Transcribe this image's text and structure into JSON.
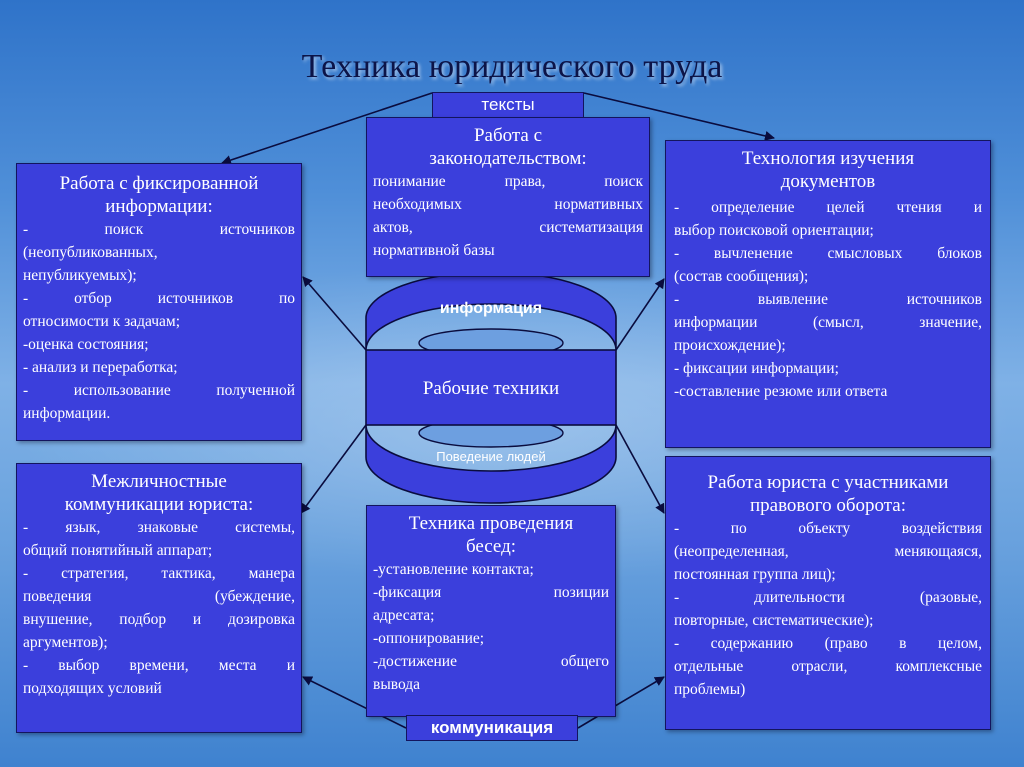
{
  "title": "Техника юридического труда",
  "tag_top": "тексты",
  "tag_bottom": "коммуникация",
  "center": {
    "top": "информация",
    "middle": "Рабочие техники",
    "bottom": "Поведение людей"
  },
  "boxes": {
    "fixed_info": {
      "heading": [
        "Работа с фиксированной",
        "информации:"
      ],
      "lines": [
        "- поиск источников",
        "(неопубликованных,",
        "непубликуемых);",
        "- отбор источников по",
        "относимости к задачам;",
        "-оценка состояния;",
        "- анализ и переработка;",
        "- использование полученной",
        "информации."
      ]
    },
    "legislation": {
      "heading": [
        "Работа с",
        "законодательством:"
      ],
      "lines": [
        "понимание права, поиск",
        "необходимых нормативных",
        "актов, систематизация",
        "нормативной базы"
      ]
    },
    "documents": {
      "heading": [
        "Технология изучения",
        "документов"
      ],
      "lines": [
        "- определение целей чтения и",
        "выбор поисковой ориентации;",
        "- вычленение смысловых блоков",
        "(состав сообщения);",
        "- выявление источников",
        "информации (смысл, значение,",
        "происхождение);",
        "- фиксации информации;",
        "-составление резюме или ответа"
      ]
    },
    "interpersonal": {
      "heading": [
        "Межличностные",
        "коммуникации юриста:"
      ],
      "lines": [
        "- язык, знаковые системы,",
        "общий понятийный аппарат;",
        "- стратегия, тактика, манера",
        "поведения (убеждение,",
        "внушение, подбор и дозировка",
        "аргументов);",
        "- выбор времени, места и",
        "подходящих условий"
      ]
    },
    "conversations": {
      "heading": [
        "Техника проведения",
        "бесед:"
      ],
      "lines": [
        "-установление контакта;",
        "-фиксация позиции",
        "адресата;",
        "-оппонирование;",
        "-достижение общего",
        "вывода"
      ]
    },
    "participants": {
      "heading": [
        "Работа юриста с участниками",
        "правового оборота:"
      ],
      "lines": [
        "- по объекту воздействия",
        "(неопределенная, меняющаяся,",
        "постоянная группа лиц);",
        "- длительности (разовые,",
        "повторные, систематические);",
        "- содержанию (право в целом,",
        "отдельные отрасли, комплексные",
        "проблемы)"
      ]
    }
  }
}
